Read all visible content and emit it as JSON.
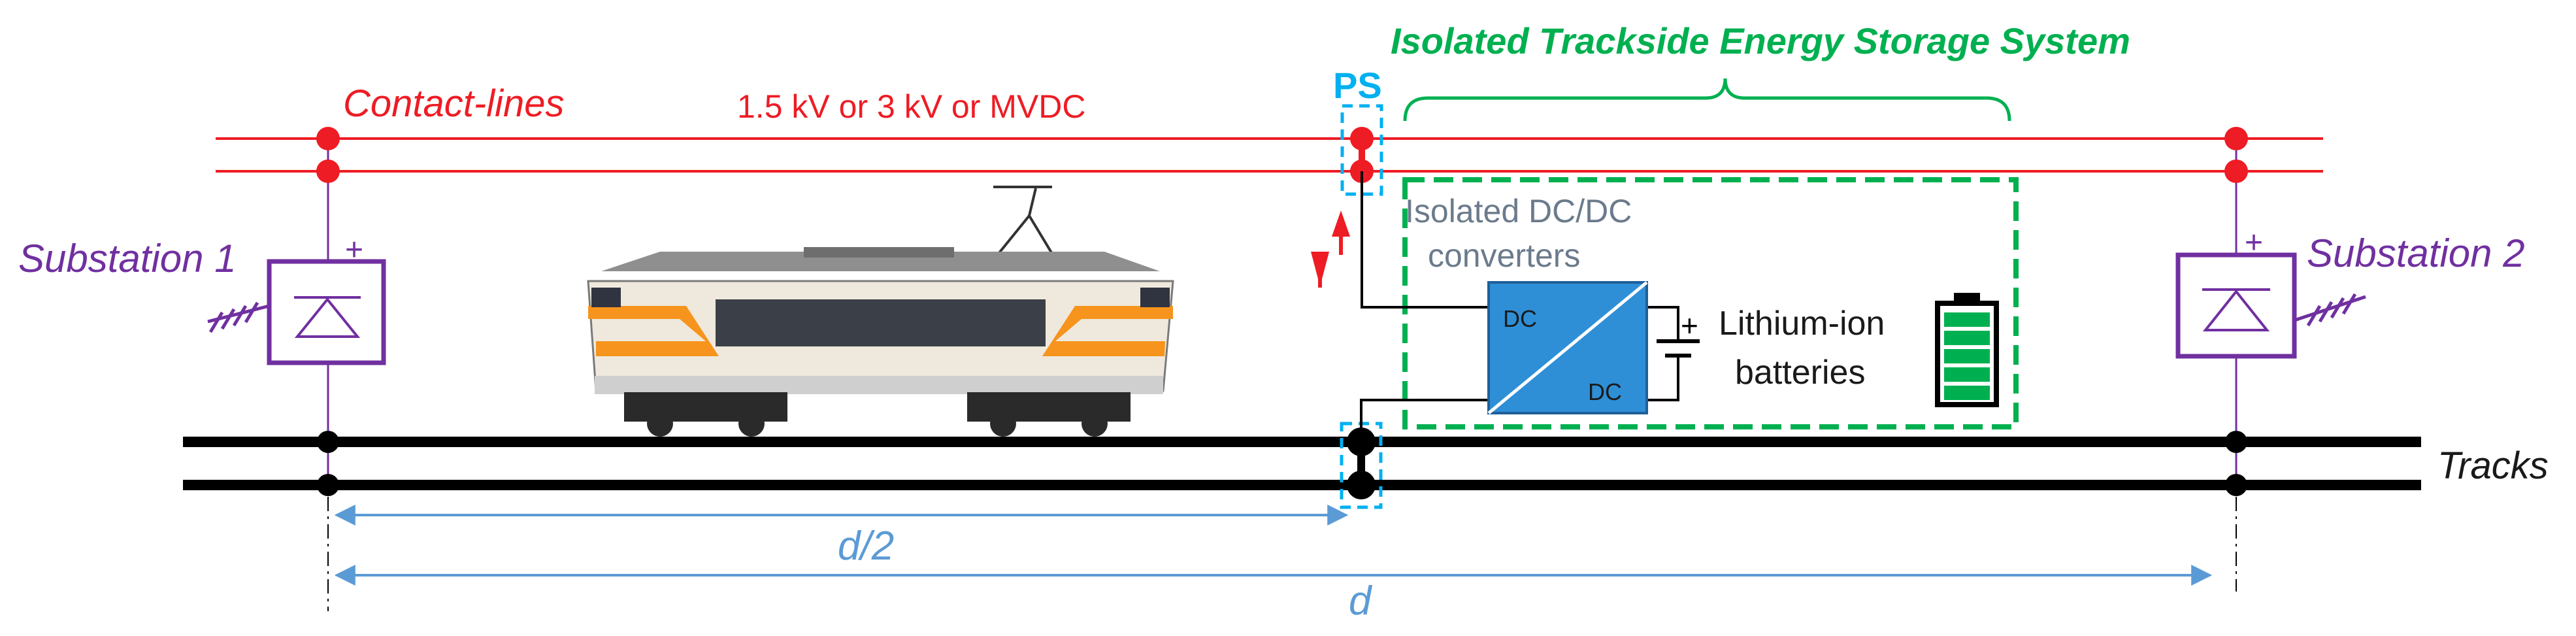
{
  "labels": {
    "contact_lines": "Contact-lines",
    "voltage": "1.5 kV or 3 kV or MVDC",
    "ps": "PS",
    "its_title": "Isolated Trackside Energy Storage System",
    "substation1": "Substation 1",
    "substation2": "Substation 2",
    "converters_line1": "Isolated DC/DC",
    "converters_line2": "converters",
    "dc_top": "DC",
    "dc_bottom": "DC",
    "plus1": "+",
    "plus2": "+",
    "plus_batt": "+",
    "batteries_line1": "Lithium-ion",
    "batteries_line2": "batteries",
    "tracks": "Tracks",
    "half_distance": "d/2",
    "distance": "d"
  },
  "colors": {
    "contact_line": "#ee1c24",
    "substation": "#7030a0",
    "its": "#00b050",
    "ps": "#00b0f0",
    "dimension": "#5b9bd5",
    "track": "#000000",
    "converter_fill": "#2e8fd6",
    "converter_text": "#6b7b8c",
    "battery_cell": "#00b050"
  },
  "icons": {
    "train": "electric-locomotive",
    "battery": "battery-icon",
    "converter": "dcdc-converter-icon",
    "rectifier": "diode-rectifier-icon",
    "ground": "ground-hatch-icon",
    "power_flow": "bidirectional-arrow-icon"
  }
}
